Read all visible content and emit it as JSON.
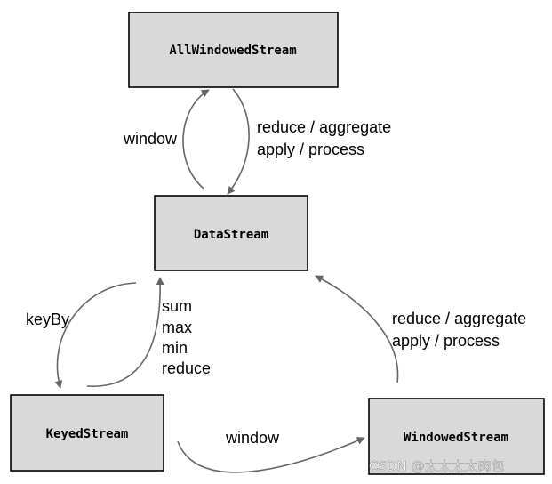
{
  "nodes": {
    "all_windowed_stream": "AllWindowedStream",
    "data_stream": "DataStream",
    "keyed_stream": "KeyedStream",
    "windowed_stream": "WindowedStream"
  },
  "edges": {
    "data_to_allwindowed": "window",
    "allwindowed_to_data": [
      "reduce / aggregate",
      "apply / process"
    ],
    "data_to_keyed": "keyBy",
    "keyed_to_data": [
      "sum",
      "max",
      "min",
      "reduce"
    ],
    "keyed_to_windowed": "window",
    "windowed_to_data": [
      "reduce / aggregate",
      "apply / process"
    ]
  },
  "watermark": "CSDN @太太太太肉包"
}
